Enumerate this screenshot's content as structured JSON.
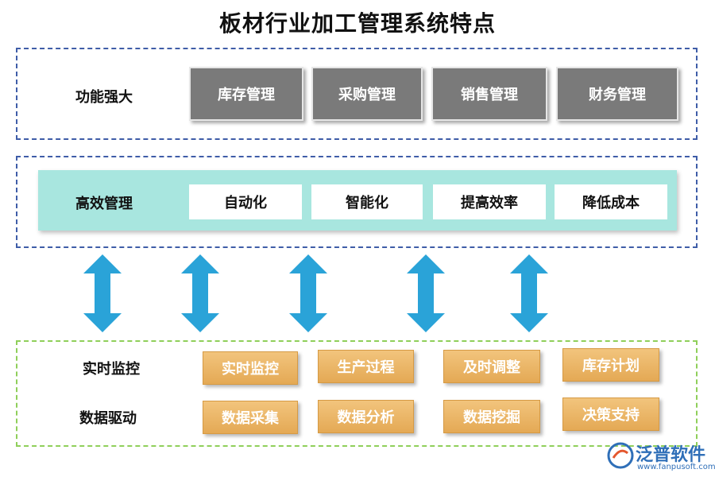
{
  "title": "板材行业加工管理系统特点",
  "section1": {
    "label": "功能强大",
    "items": [
      "库存管理",
      "采购管理",
      "销售管理",
      "财务管理"
    ]
  },
  "section2": {
    "label": "高效管理",
    "items": [
      "自动化",
      "智能化",
      "提高效率",
      "降低成本"
    ]
  },
  "section3": {
    "row1_label": "实时监控",
    "row2_label": "数据驱动",
    "row1_items": [
      "实时监控",
      "生产过程",
      "及时调整",
      "库存计划"
    ],
    "row2_items": [
      "数据采集",
      "数据分析",
      "数据挖掘",
      "决策支持"
    ]
  },
  "logo": {
    "name": "泛普软件",
    "url": "www.fanpusoft.com"
  },
  "colors": {
    "blue_dash": "#3f5da8",
    "green_dash": "#8fcf5a",
    "gray_box": "#7a7a7a",
    "teal_band": "#a8e6df",
    "arrow": "#2aa3d8",
    "gold_box": "#e4a955"
  }
}
